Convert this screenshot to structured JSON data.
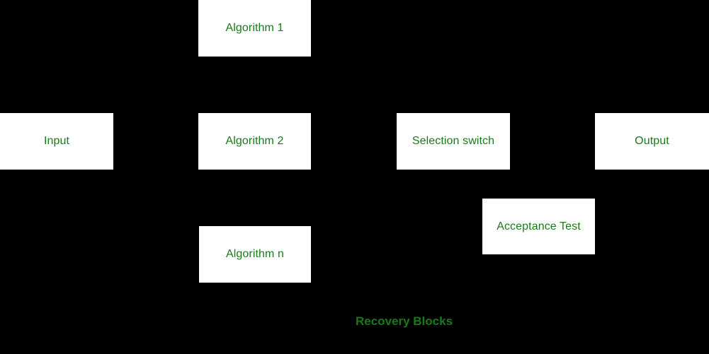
{
  "diagram": {
    "caption": "Recovery Blocks",
    "background_color": "#000000",
    "node_fill_color": "#ffffff",
    "text_color": "#1a7a1a",
    "nodes": [
      {
        "id": "algorithm-1",
        "label": "Algorithm 1"
      },
      {
        "id": "input",
        "label": "Input"
      },
      {
        "id": "algorithm-2",
        "label": "Algorithm 2"
      },
      {
        "id": "selection-switch",
        "label": "Selection switch"
      },
      {
        "id": "output",
        "label": "Output"
      },
      {
        "id": "acceptance-test",
        "label": "Acceptance Test"
      },
      {
        "id": "algorithm-n",
        "label": "Algorithm n"
      }
    ]
  }
}
